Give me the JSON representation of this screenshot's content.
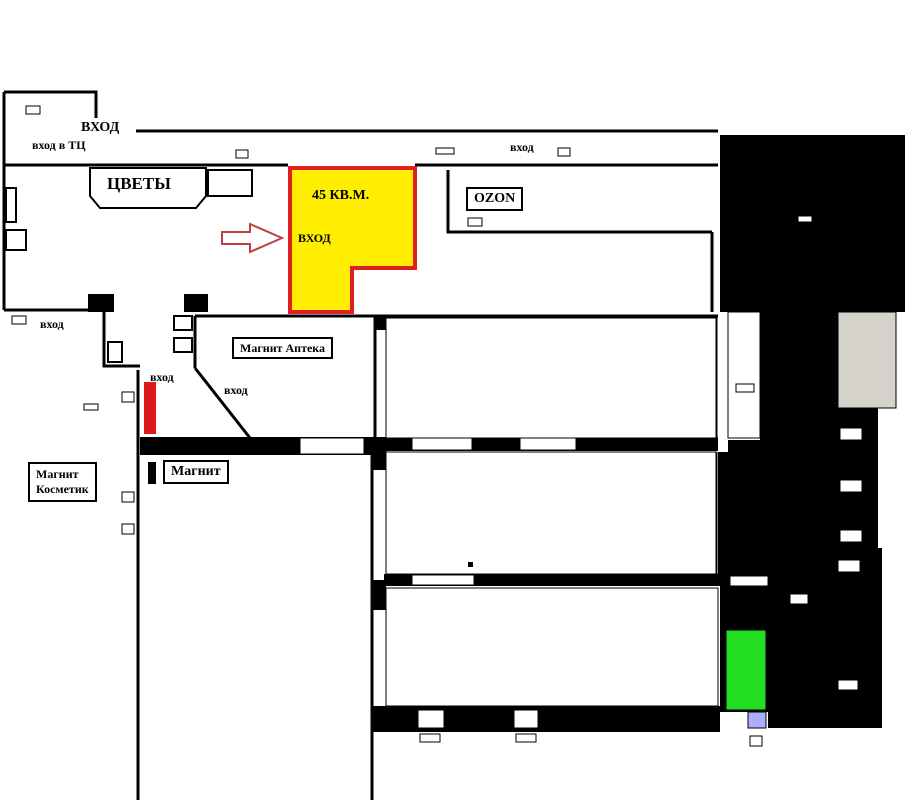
{
  "plan": {
    "labels": {
      "entrance_top": "ВХОД",
      "entrance_tc": "вход в ТЦ",
      "entrance_ozon": "вход",
      "flowers": "ЦВЕТЫ",
      "area": "45 КВ.М.",
      "area_entrance": "ВХОД",
      "ozon": "OZON",
      "entrance_left": "вход",
      "pharmacy": "Магнит Аптека",
      "entrance_small": "вход",
      "entrance_pharmacy": "вход",
      "magnit": "Магнит",
      "cosmetics_line1": "Магнит",
      "cosmetics_line2": "Косметик"
    },
    "colors": {
      "highlight_fill": "#ffee00",
      "highlight_border": "#e02020",
      "arrow": "#c04040",
      "green_room": "#22dd22",
      "blue_marker": "#aab0ff",
      "gray_room": "#d6d2cc",
      "red_strip": "#dd1a1a"
    }
  }
}
